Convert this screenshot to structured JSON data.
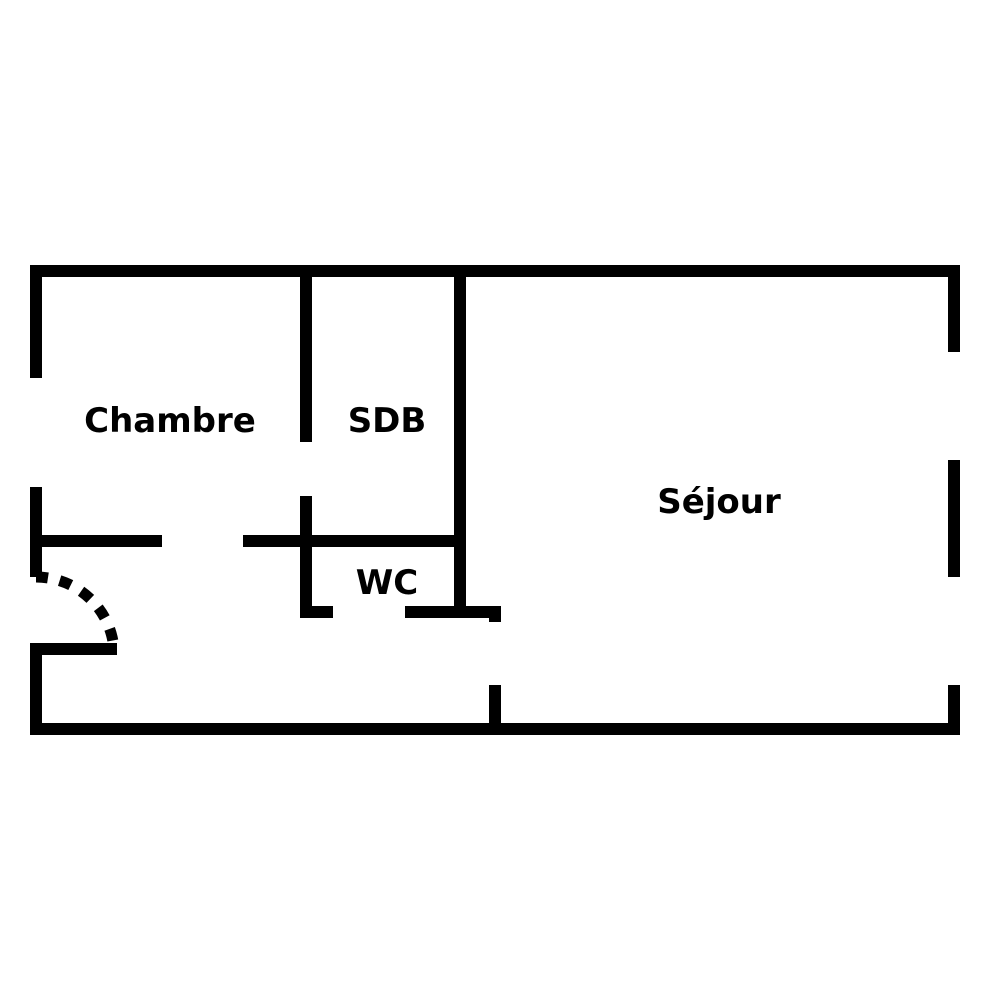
{
  "plan": {
    "wall_color": "#000000",
    "rooms": {
      "chambre": "Chambre",
      "sdb": "SDB",
      "wc": "WC",
      "sejour": "Séjour"
    }
  }
}
